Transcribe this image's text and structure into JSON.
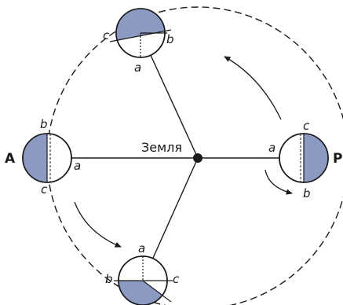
{
  "labels": {
    "earth": "Земля",
    "position_left": "A",
    "position_right": "P",
    "top": {
      "a": "a",
      "b": "b",
      "c": "c"
    },
    "left": {
      "a": "a",
      "b": "b",
      "c": "c"
    },
    "right": {
      "a": "a",
      "b": "b",
      "c": "c"
    },
    "bottom": {
      "a": "a",
      "b": "b",
      "c": "c"
    }
  },
  "colors": {
    "shaded": "#8c9ac2",
    "line": "#1a1a1a",
    "background": "#ffffff"
  }
}
